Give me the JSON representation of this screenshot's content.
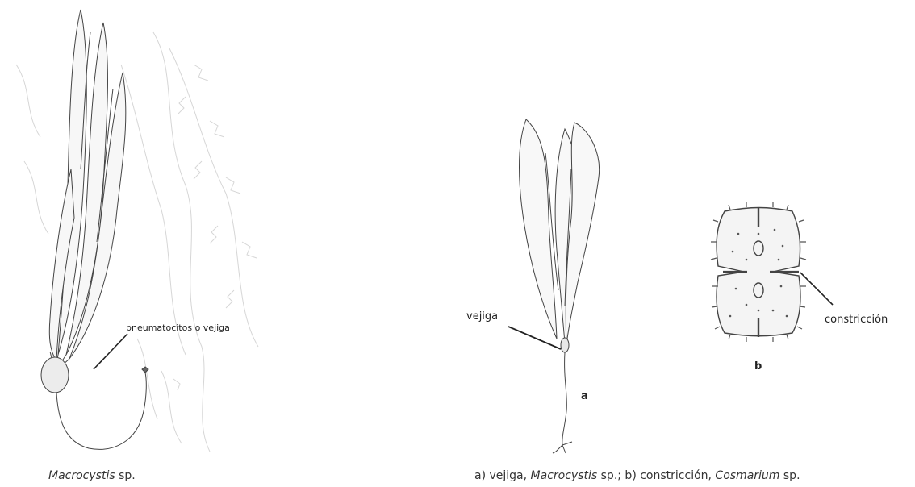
{
  "figure_left": {
    "label_pneumatocyst": "pneumatocitos o vejiga",
    "caption": {
      "genus": "Macrocystis",
      "suffix": " sp."
    }
  },
  "figure_right": {
    "label_bladder": "vejiga",
    "label_constriction": "constricción",
    "panel_a": "a",
    "panel_b": "b",
    "caption": {
      "part1": "a) vejiga, ",
      "genus1": "Macrocystis",
      "part2": " sp.; b) constricción, ",
      "genus2": "Cosmarium",
      "part3": " sp."
    }
  }
}
